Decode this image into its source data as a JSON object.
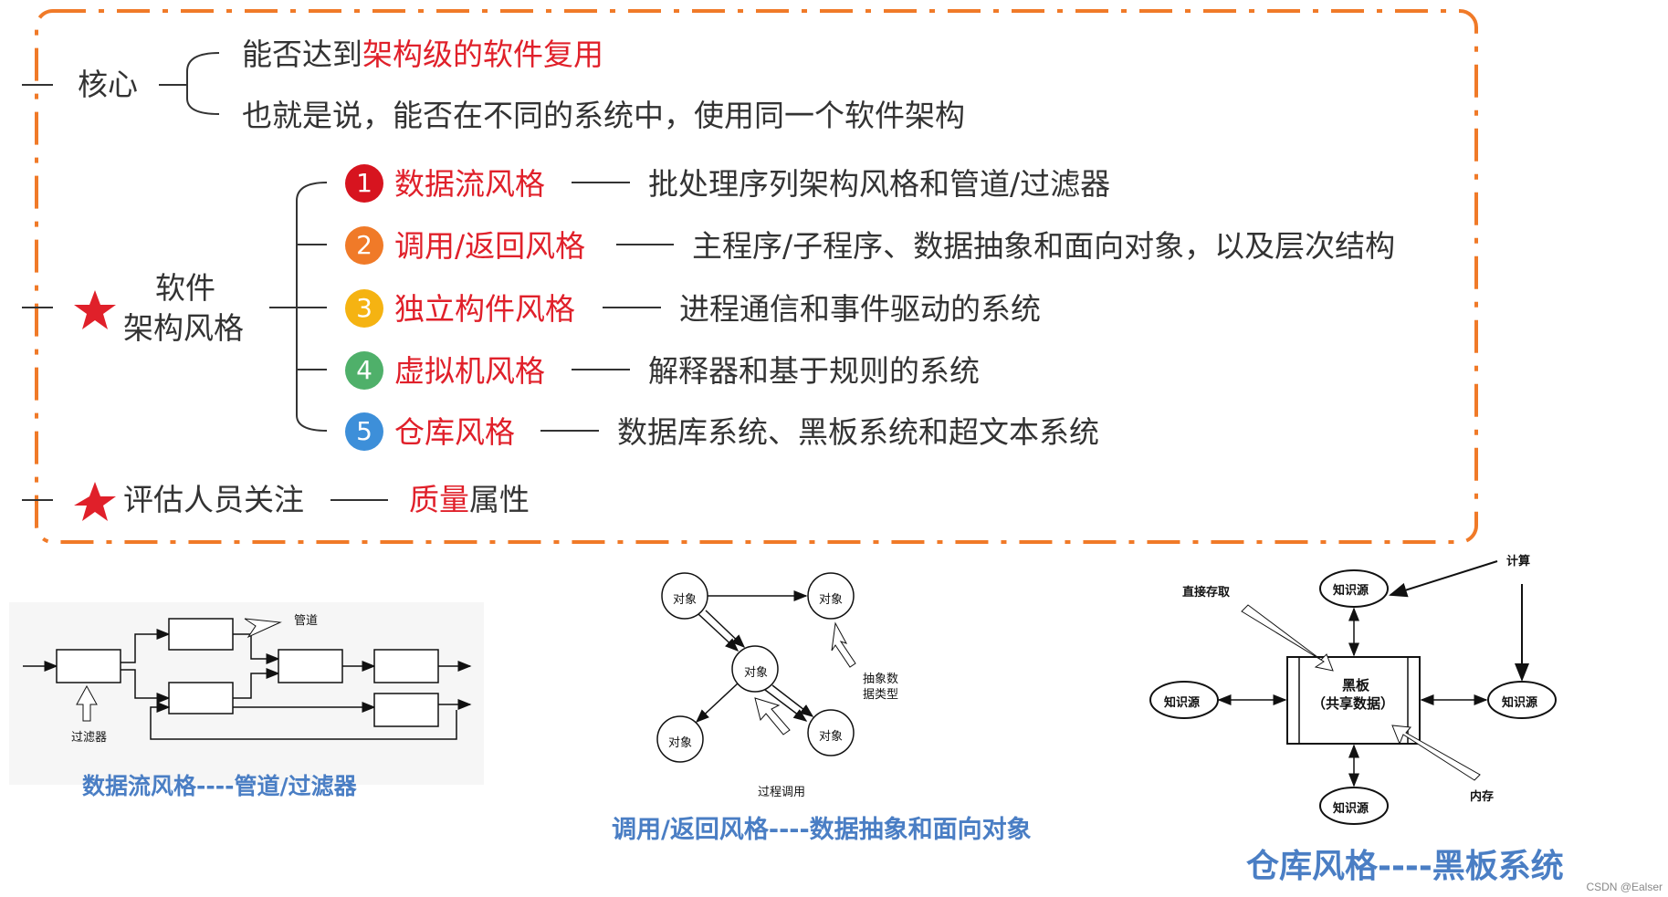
{
  "core": {
    "label": "核心",
    "line1_prefix": "能否达到",
    "line1_highlight": "架构级的软件复用",
    "line2": "也就是说，能否在不同的系统中，使用同一个软件架构"
  },
  "styles": {
    "label_line1": "软件",
    "label_line2": "架构风格",
    "items": [
      {
        "num": "1",
        "name": "数据流风格",
        "desc": "批处理序列架构风格和管道/过滤器",
        "color": "#d7141f"
      },
      {
        "num": "2",
        "name": "调用/返回风格",
        "desc": "主程序/子程序、数据抽象和面向对象，以及层次结构",
        "color": "#f07a28"
      },
      {
        "num": "3",
        "name": "独立构件风格",
        "desc": "进程通信和事件驱动的系统",
        "color": "#f5b312"
      },
      {
        "num": "4",
        "name": "虚拟机风格",
        "desc": "解释器和基于规则的系统",
        "color": "#4fb06a"
      },
      {
        "num": "5",
        "name": "仓库风格",
        "desc": "数据库系统、黑板系统和超文本系统",
        "color": "#3d8fd9"
      }
    ]
  },
  "evaluator": {
    "label": "评估人员关注",
    "highlight": "质量",
    "rest": "属性"
  },
  "diagram_pipe": {
    "caption": "数据流风格----管道/过滤器",
    "label_pipe": "管道",
    "label_filter": "过滤器"
  },
  "diagram_call": {
    "caption": "调用/返回风格----数据抽象和面向对象",
    "object": "对象",
    "label_adt_1": "抽象数",
    "label_adt_2": "据类型",
    "label_call": "过程调用"
  },
  "diagram_repo": {
    "caption": "仓库风格----黑板系统",
    "knowledge": "知识源",
    "board_1": "黑板",
    "board_2": "（共享数据）",
    "label_direct": "直接存取",
    "label_compute": "计算",
    "label_memory": "内存"
  },
  "watermark": "CSDN @Ealser",
  "colors": {
    "border": "#f07a28",
    "red": "#e0202a",
    "caption": "#4a7ec4",
    "star": "#e0202a"
  }
}
